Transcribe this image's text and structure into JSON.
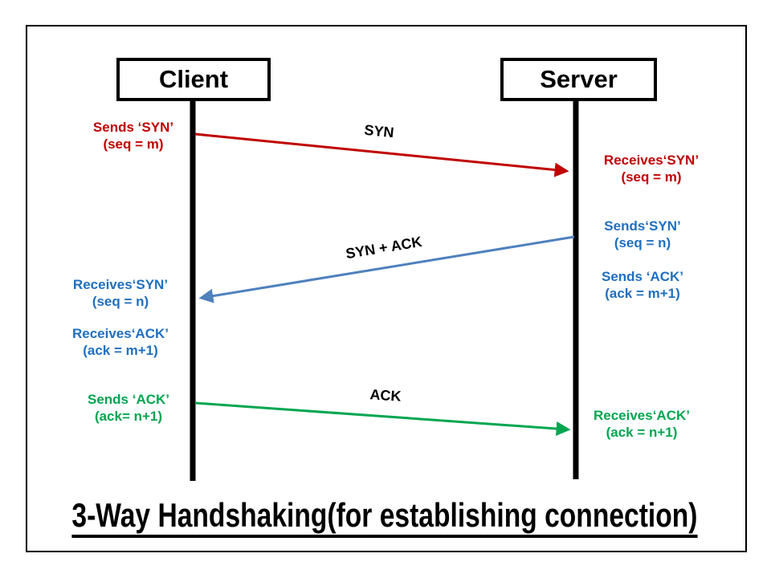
{
  "title": "3-Way Handshaking(for establishing connection)",
  "colors": {
    "red": "#C00000",
    "blue_text": "#1F6FC0",
    "blue_arrow": "#4F81BD",
    "green": "#00A650",
    "line_black": "#000000"
  },
  "actors": {
    "client": "Client",
    "server": "Server"
  },
  "messages": [
    {
      "label": "SYN",
      "from": "client",
      "to": "server",
      "color": "#C00000"
    },
    {
      "label": "SYN + ACK",
      "from": "server",
      "to": "client",
      "color": "#4F81BD"
    },
    {
      "label": "ACK",
      "from": "client",
      "to": "server",
      "color": "#00A650"
    }
  ],
  "annotations": {
    "client": [
      {
        "lines": [
          "Sends ‘SYN’",
          "(seq = m)"
        ],
        "color": "#C00000"
      },
      {
        "lines": [
          "Receives‘SYN’",
          "(seq = n)"
        ],
        "color": "#1F6FC0"
      },
      {
        "lines": [
          "Receives‘ACK’",
          "(ack = m+1)"
        ],
        "color": "#1F6FC0"
      },
      {
        "lines": [
          "Sends ‘ACK’",
          "(ack= n+1)"
        ],
        "color": "#00A650"
      }
    ],
    "server": [
      {
        "lines": [
          "Receives‘SYN’",
          "(seq = m)"
        ],
        "color": "#C00000"
      },
      {
        "lines": [
          "Sends‘SYN’",
          "(seq = n)"
        ],
        "color": "#1F6FC0"
      },
      {
        "lines": [
          "Sends ‘ACK’",
          "(ack = m+1)"
        ],
        "color": "#1F6FC0"
      },
      {
        "lines": [
          "Receives‘ACK’",
          "(ack = n+1)"
        ],
        "color": "#00A650"
      }
    ]
  }
}
